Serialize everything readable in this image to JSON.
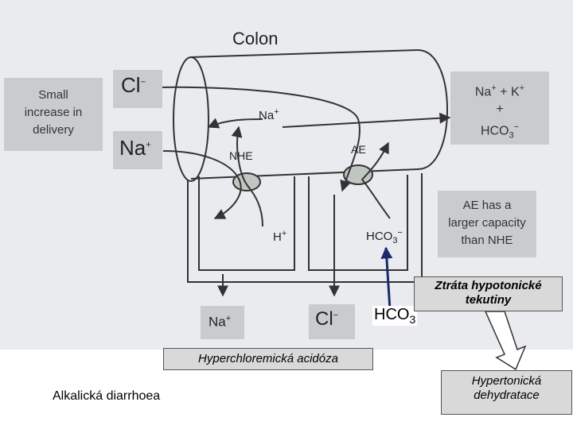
{
  "diagram": {
    "title": "Colon",
    "small_increase": [
      "Small",
      "increase in",
      "delivery"
    ],
    "cl_lumen": "Cl",
    "cl_lumen_sup": "−",
    "na_lumen": "Na",
    "na_lumen_sup": "+",
    "na_inner": "Na",
    "na_inner_sup": "+",
    "nhe": "NHE",
    "ae": "AE",
    "h_label": "H",
    "h_sup": "+",
    "hco3_inner": "HCO",
    "hco3_inner_sub": "3",
    "hco3_inner_sup": "−",
    "na_out": "Na",
    "na_out_sup": "+",
    "cl_out": "Cl",
    "cl_out_sup": "−",
    "right_box": {
      "line1_a": "Na",
      "line1_a_sup": "+",
      "line1_b": " + K",
      "line1_b_sup": "+",
      "line2": "+",
      "line3": "HCO",
      "line3_sub": "3",
      "line3_sup": "−"
    },
    "ae_capacity": [
      "AE has a",
      "larger capacity",
      "than NHE"
    ]
  },
  "annotations": {
    "hco3_big": "HCO",
    "hco3_big_sub": "3",
    "ztrata": "Ztráta hypotonické tekutiny",
    "hyperchlor": "Hyperchloremická acidóza",
    "alkalicka": "Alkalická diarrhoea",
    "hypertonicka": "Hypertonická dehydratace"
  },
  "colors": {
    "background_scan": "#e9ebef",
    "gray_box": "#c9cbcf",
    "callout_fill": "#d9d9d9",
    "arrow_blue": "#1a2a6b",
    "line": "#333333"
  }
}
